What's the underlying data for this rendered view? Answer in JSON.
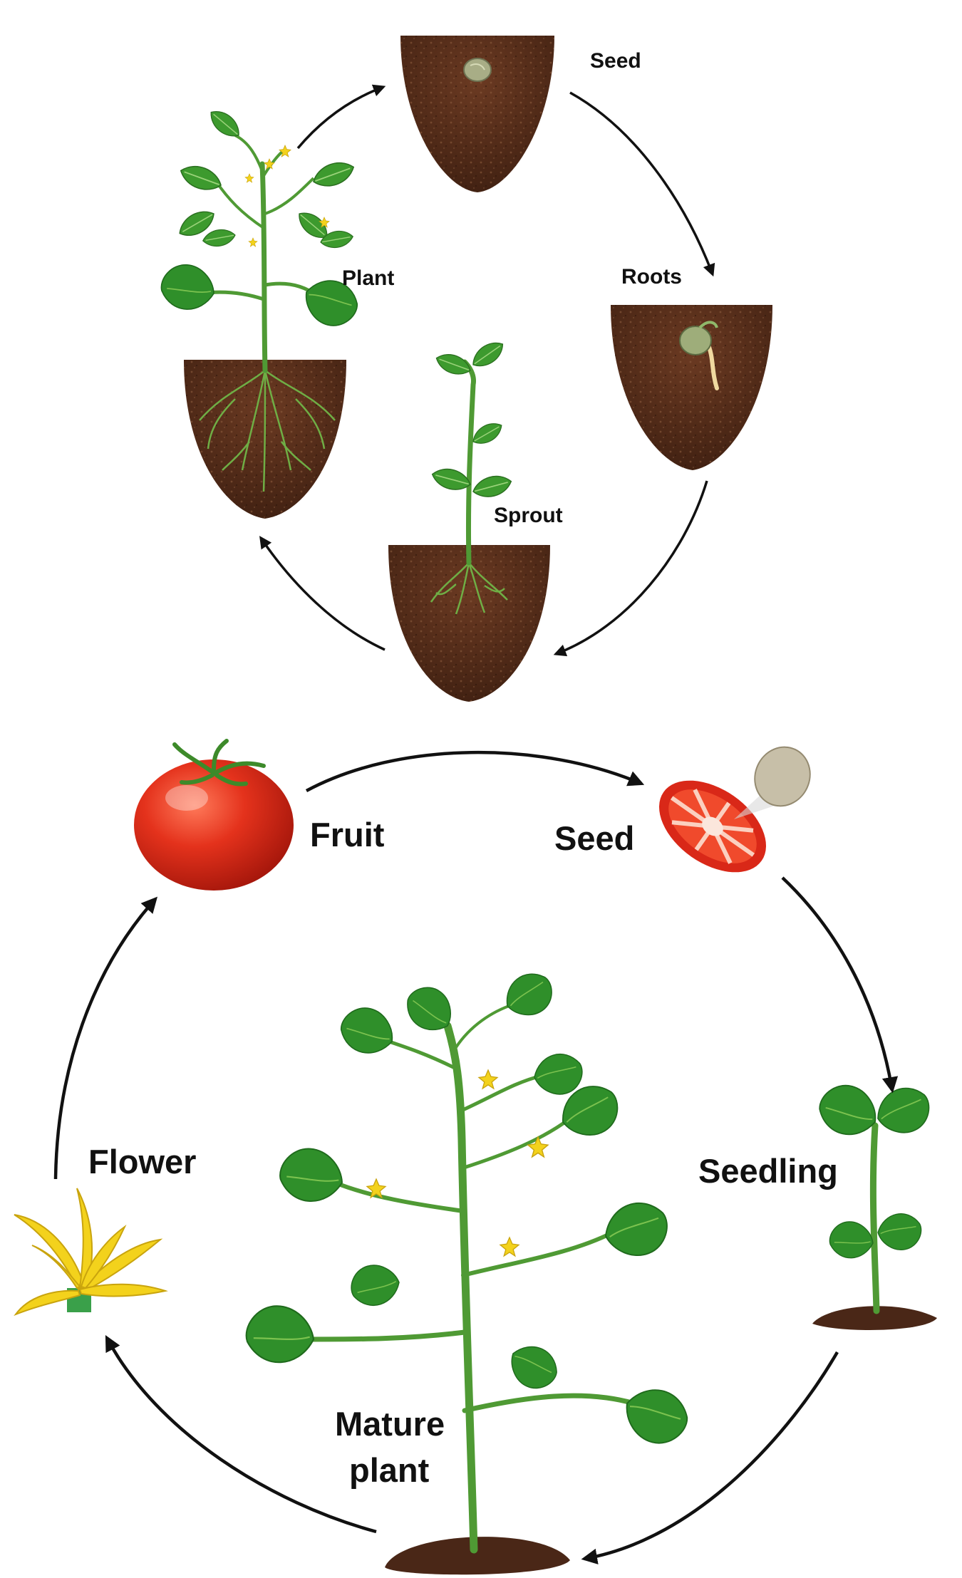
{
  "colors": {
    "soil": "#4a2717",
    "soil_light": "#6b3a22",
    "leaf": "#3d9a2e",
    "leaf_light": "#7cc24f",
    "stem": "#4f9a34",
    "tomato": "#e4321c",
    "flower": "#f3d21c",
    "seed": "#a8ad86",
    "arrow": "#111111"
  },
  "cycle_top": {
    "labels": {
      "seed": "Seed",
      "roots": "Roots",
      "sprout": "Sprout",
      "plant": "Plant"
    }
  },
  "cycle_bottom": {
    "labels": {
      "fruit": "Fruit",
      "seed": "Seed",
      "seedling": "Seedling",
      "mature_line1": "Mature",
      "mature_line2": "plant",
      "flower": "Flower"
    }
  }
}
